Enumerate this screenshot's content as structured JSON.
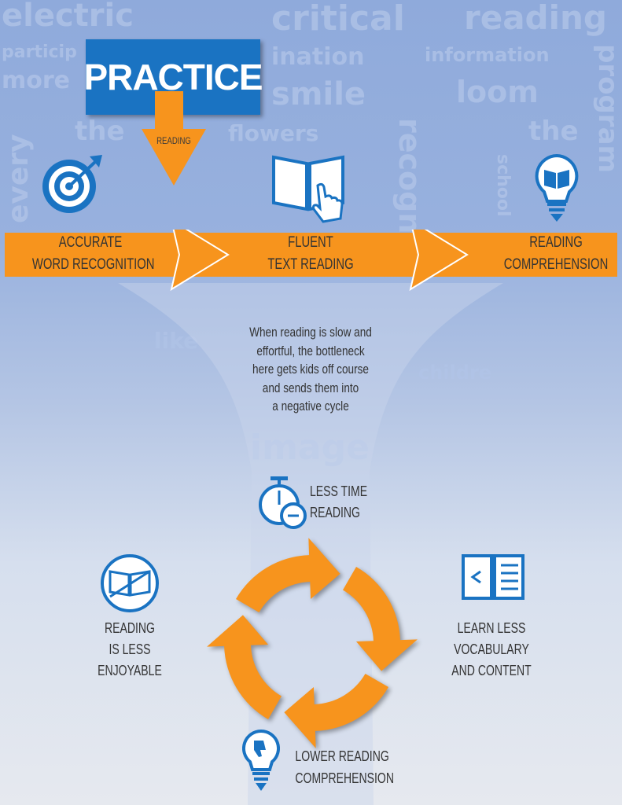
{
  "background_words": [
    "electric",
    "critical",
    "reading",
    "particip",
    "ination",
    "information",
    "more",
    "smile",
    "loom",
    "the",
    "the",
    "flowers",
    "every",
    "recogni",
    "program",
    "school",
    "image",
    "like",
    "childre"
  ],
  "title": "PRACTICE",
  "down_arrow_label": "READING",
  "steps": [
    {
      "line1": "ACCURATE",
      "line2": "WORD RECOGNITION",
      "icon": "target-icon"
    },
    {
      "line1": "FLUENT",
      "line2": "TEXT READING",
      "icon": "book-pointer-icon"
    },
    {
      "line1": "READING",
      "line2": "COMPREHENSION",
      "icon": "lightbulb-book-icon"
    }
  ],
  "bottleneck_text": [
    "When reading is slow and",
    "effortful, the bottleneck",
    "here gets kids off course",
    "and sends them into",
    "a negative cycle"
  ],
  "cycle": [
    {
      "line1": "LESS TIME",
      "line2": "READING",
      "icon": "stopwatch-minus-icon"
    },
    {
      "line1": "LEARN LESS",
      "line2": "VOCABULARY",
      "line3": "AND CONTENT",
      "icon": "book-less-icon"
    },
    {
      "line1": "LOWER READING",
      "line2": "COMPREHENSION",
      "icon": "lightbulb-thumbs-down-icon"
    },
    {
      "line1": "READING",
      "line2": "IS LESS",
      "line3": "ENJOYABLE",
      "icon": "book-circle-icon"
    }
  ],
  "colors": {
    "orange": "#f7941d",
    "blue": "#1a73c2",
    "text": "#333333"
  }
}
